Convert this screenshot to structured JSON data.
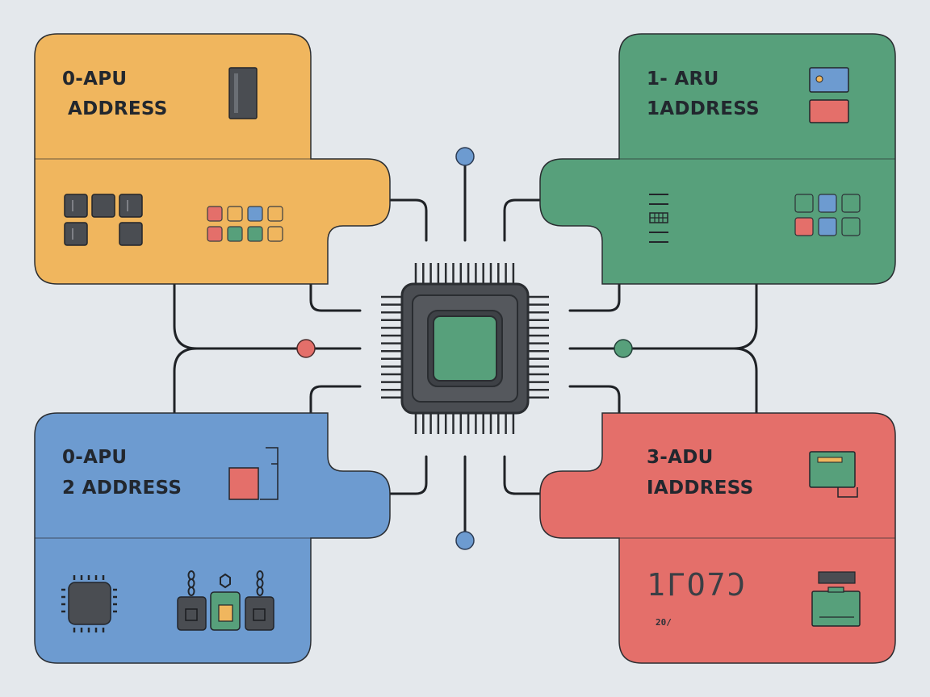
{
  "colors": {
    "background": "#e4e8ec",
    "amber": "#f0b65e",
    "green": "#57a07b",
    "blue": "#6d9bd0",
    "red": "#e46f6a",
    "chip": "#4a4d52",
    "chip_core": "#57a07b",
    "line": "#1f2226",
    "node_blue": "#6d9bd0",
    "node_red": "#e46f6a",
    "node_green": "#57a07b"
  },
  "panels": {
    "top_left": {
      "line1": "0-APU",
      "line2": "ADDRESS"
    },
    "top_right": {
      "line1": "1- ARU",
      "line2": "1ADDRESS"
    },
    "bottom_left": {
      "line1": "0-APU",
      "line2": "2 ADDRESS"
    },
    "bottom_right": {
      "line1": "3-ADU",
      "line2": "IADDRESS",
      "digits": "1ΓΟ7Ͻ",
      "small_label": "20/"
    }
  },
  "icons": [
    "memory-slot-icon",
    "block-grid-icon",
    "color-grid-icon",
    "card-icon",
    "list-icon",
    "processor-icon",
    "chain-module-icon",
    "folder-icon",
    "cpu-chip-icon"
  ]
}
